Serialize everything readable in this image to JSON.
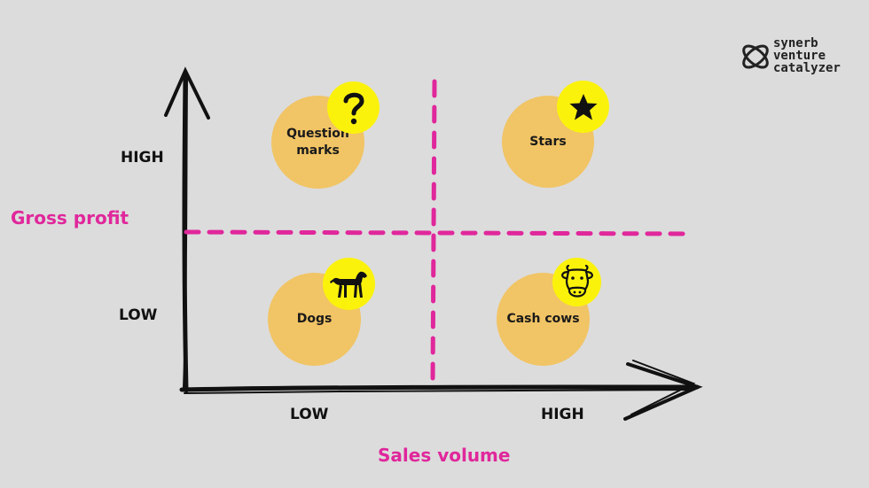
{
  "logo": {
    "lines": [
      "synerb",
      "venture",
      "catalyzer"
    ],
    "icon": "orbit-icon"
  },
  "axes": {
    "y_title": "Gross profit",
    "x_title": "Sales volume",
    "y_high": "HIGH",
    "y_low": "LOW",
    "x_low": "LOW",
    "x_high": "HIGH"
  },
  "quadrants": [
    {
      "label_lines": [
        "Question",
        "marks"
      ],
      "icon": "question-mark-icon"
    },
    {
      "label_lines": [
        "Stars"
      ],
      "icon": "star-icon"
    },
    {
      "label_lines": [
        "Dogs"
      ],
      "icon": "dog-icon"
    },
    {
      "label_lines": [
        "Cash cows"
      ],
      "icon": "cow-icon"
    }
  ],
  "colors": {
    "background": "#dcdcdc",
    "accent": "#e0279b",
    "bubble": "#f1c465",
    "badge": "#fbf20c",
    "ink": "#111111"
  }
}
